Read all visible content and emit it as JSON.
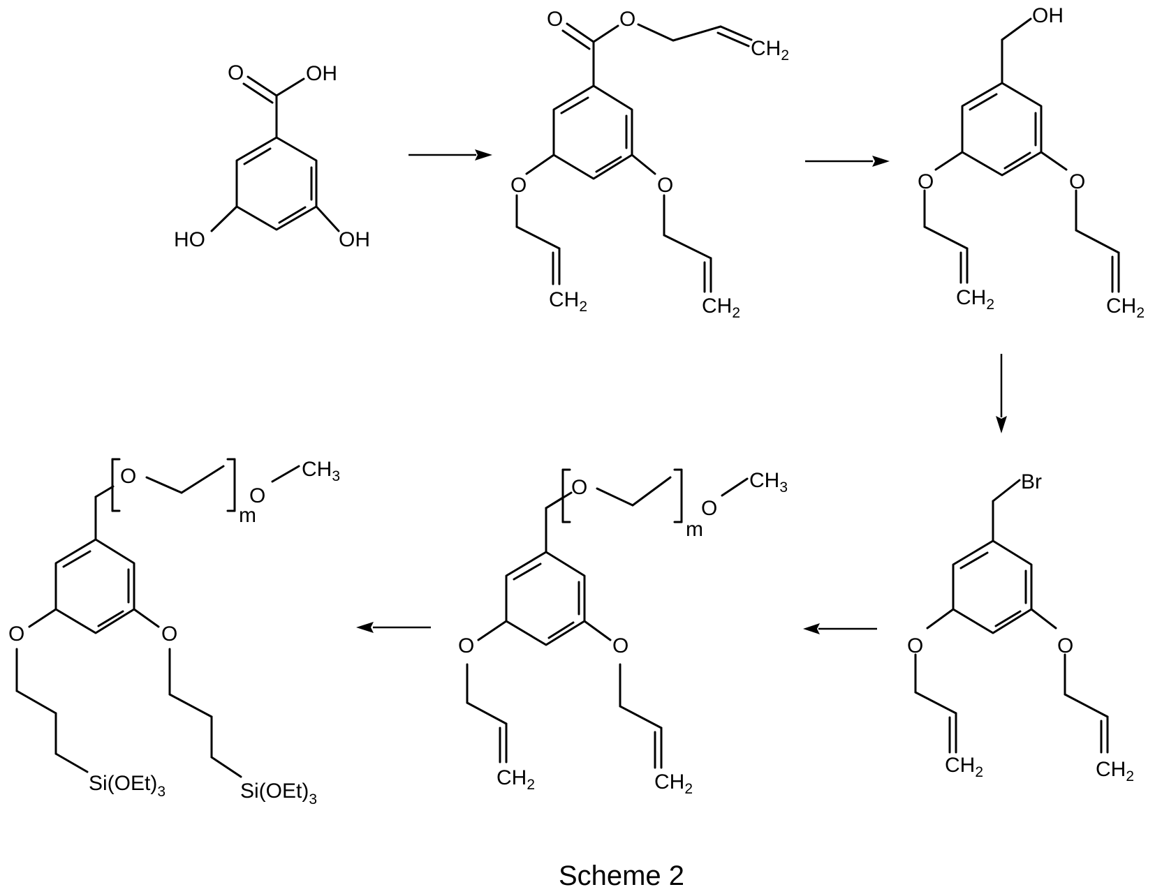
{
  "caption": "Scheme 2",
  "labels": {
    "o": "O",
    "oh": "OH",
    "ho": "HO",
    "ch": "CH",
    "two": "2",
    "three": "3",
    "br": "Br",
    "m": "m",
    "si": "Si(OEt)"
  },
  "compounds": [
    {
      "id": "dihydroxybenzoic-acid"
    },
    {
      "id": "allyl-ester-diallyl-ether"
    },
    {
      "id": "benzyl-alcohol-diallyl-ether"
    },
    {
      "id": "benzyl-bromide-diallyl-ether"
    },
    {
      "id": "peg-ether-diallyl-ether"
    },
    {
      "id": "peg-ether-bis-triethoxysilylpropyl"
    }
  ],
  "arrows": [
    {
      "from": "dihydroxybenzoic-acid",
      "to": "allyl-ester-diallyl-ether"
    },
    {
      "from": "allyl-ester-diallyl-ether",
      "to": "benzyl-alcohol-diallyl-ether"
    },
    {
      "from": "benzyl-alcohol-diallyl-ether",
      "to": "benzyl-bromide-diallyl-ether"
    },
    {
      "from": "benzyl-bromide-diallyl-ether",
      "to": "peg-ether-diallyl-ether"
    },
    {
      "from": "peg-ether-diallyl-ether",
      "to": "peg-ether-bis-triethoxysilylpropyl"
    }
  ]
}
